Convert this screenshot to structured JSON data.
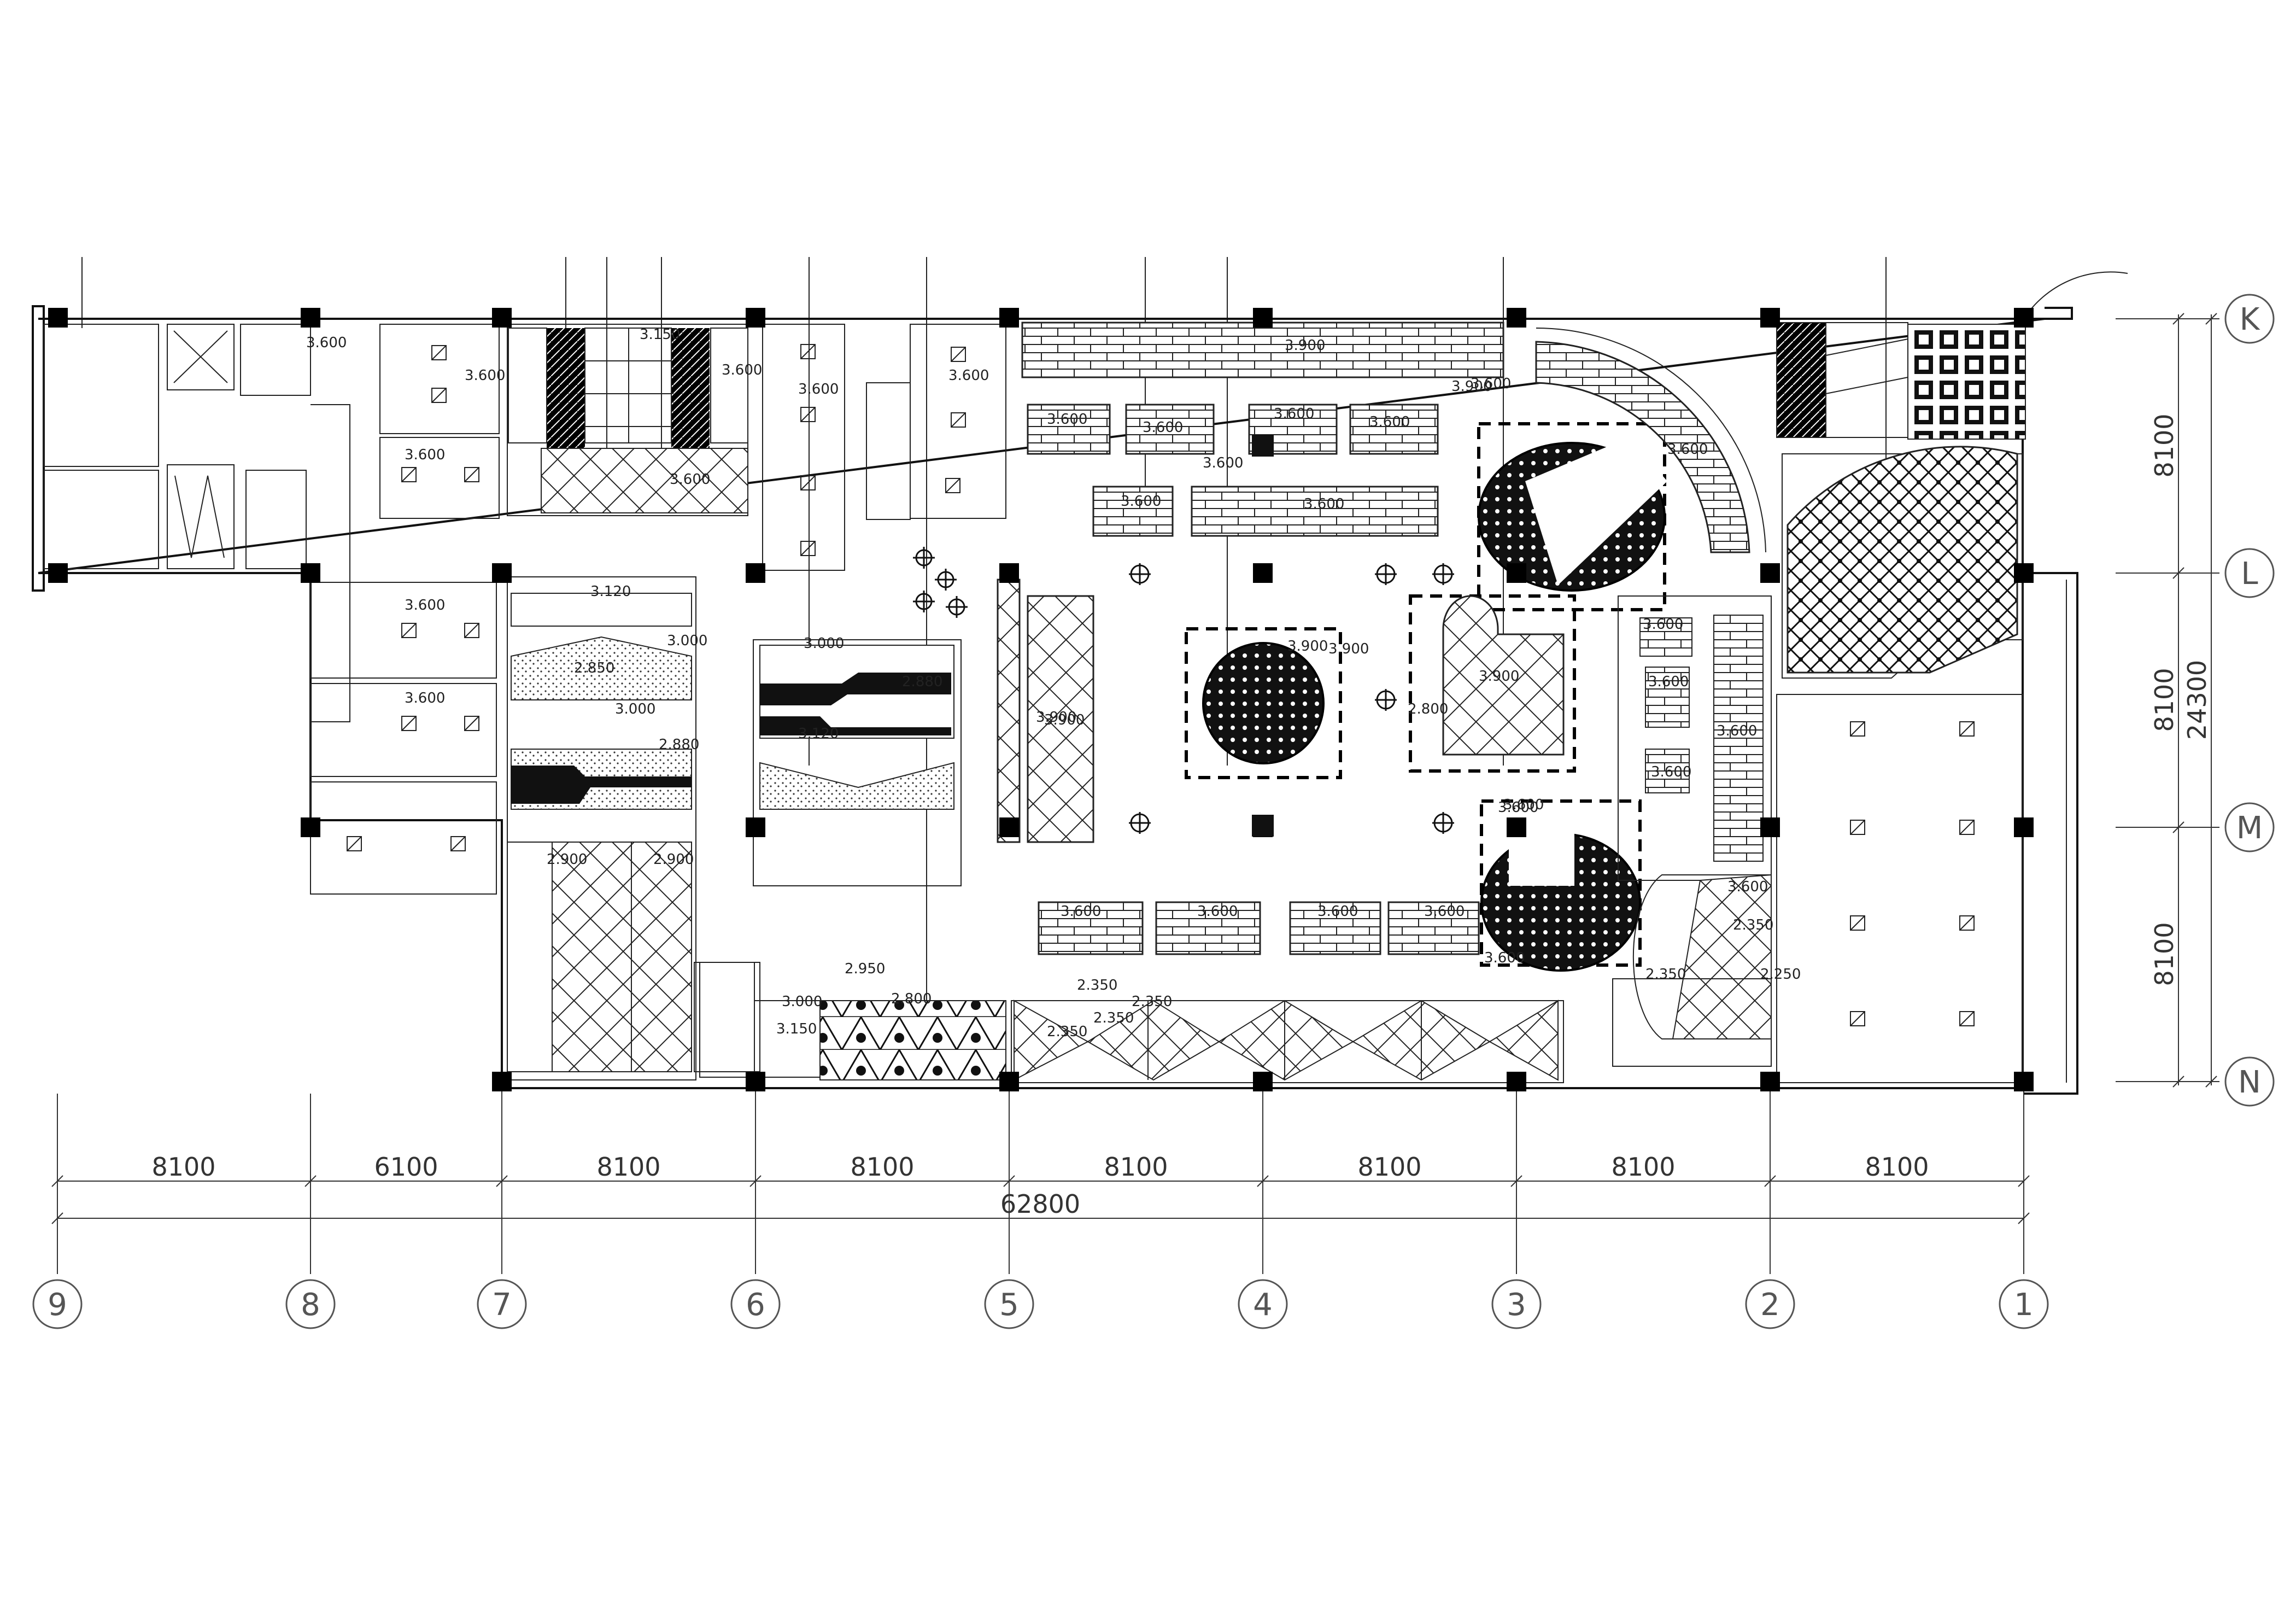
{
  "axes": {
    "vertical": [
      "9",
      "8",
      "7",
      "6",
      "5",
      "4",
      "3",
      "2",
      "1"
    ],
    "horizontal": [
      "K",
      "L",
      "M",
      "N"
    ]
  },
  "dimensions": {
    "bays": [
      "8100",
      "6100",
      "8100",
      "8100",
      "8100",
      "8100",
      "8100",
      "8100"
    ],
    "total_horizontal": "62800",
    "rows": [
      "8100",
      "8100",
      "8100"
    ],
    "total_vertical": "24300"
  },
  "ceiling_levels": {
    "l1": "3.600",
    "l2": "3.600",
    "l3": "3.600",
    "l4": "3.600",
    "l5": "3.600",
    "l6": "3.600",
    "l7": "3.150",
    "l8": "3.600",
    "l9": "3.600",
    "l10": "3.600",
    "l11": "3.120",
    "l12": "3.000",
    "l13": "2.850",
    "l14": "3.000",
    "l15": "2.880",
    "l16": "2.900",
    "l17": "2.900",
    "l18": "3.000",
    "l19": "2.880",
    "l20": "3.120",
    "l21": "2.950",
    "l22": "3.000",
    "l23": "3.150",
    "l24": "2.800",
    "l25": "3.900",
    "l26": "3.900",
    "l27": "3.600",
    "l28": "3.600",
    "l29": "3.600",
    "l30": "3.600",
    "l31": "3.600",
    "l32": "3.600",
    "l33": "3.600",
    "l34": "3.900",
    "l35": "3.900",
    "l36": "3.900",
    "l37": "2.800",
    "l38": "3.600",
    "l39": "3.600",
    "l40": "3.600",
    "l41": "3.600",
    "l42": "3.600",
    "l43": "3.600",
    "l44": "3.600",
    "l45": "3.600",
    "l46": "2.350",
    "l47": "2.350",
    "l48": "2.350",
    "l49": "2.350",
    "l50": "3.600",
    "l51": "3.600",
    "l52": "3.600",
    "l53": "3.600",
    "l54": "3.600",
    "l55": "2.350",
    "l56": "2.250",
    "l57": "2.350",
    "l58": "3.900",
    "l59": "3.900",
    "l60": "3.600"
  }
}
